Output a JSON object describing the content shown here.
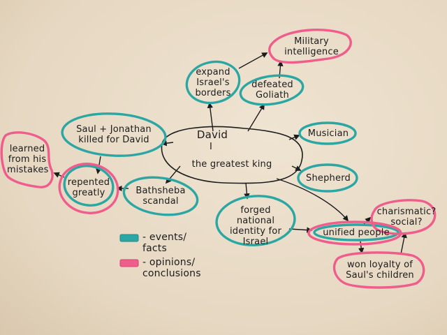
{
  "diagram": {
    "center": {
      "line1": "David",
      "line2": "I",
      "line3": "the greatest king"
    },
    "nodes": {
      "military_intelligence": "Military\nintelligence",
      "expand_borders": "expand\nIsrael's\nborders",
      "defeated_goliath": "defeated\nGoliath",
      "musician": "Musician",
      "shepherd": "Shepherd",
      "saul_jonathan": "Saul + Jonathan\nkilled for David",
      "learned_mistakes": "learned\nfrom his\nmistakes",
      "repented": "repented\ngreatly",
      "bathsheba": "Bathsheba\nscandal",
      "forged_identity": "forged national\nidentity for\nIsrael",
      "unified_people": "unified people",
      "charismatic": "charismatic?\nsocial?",
      "won_loyalty": "won loyalty of\nSaul's children"
    },
    "legend": {
      "events_label": "- events/\nfacts",
      "opinions_label": "- opinions/\nconclusions"
    },
    "colors": {
      "events": "#2ba6a2",
      "opinions": "#ee5d8b",
      "ink": "#1c1c1c"
    }
  }
}
